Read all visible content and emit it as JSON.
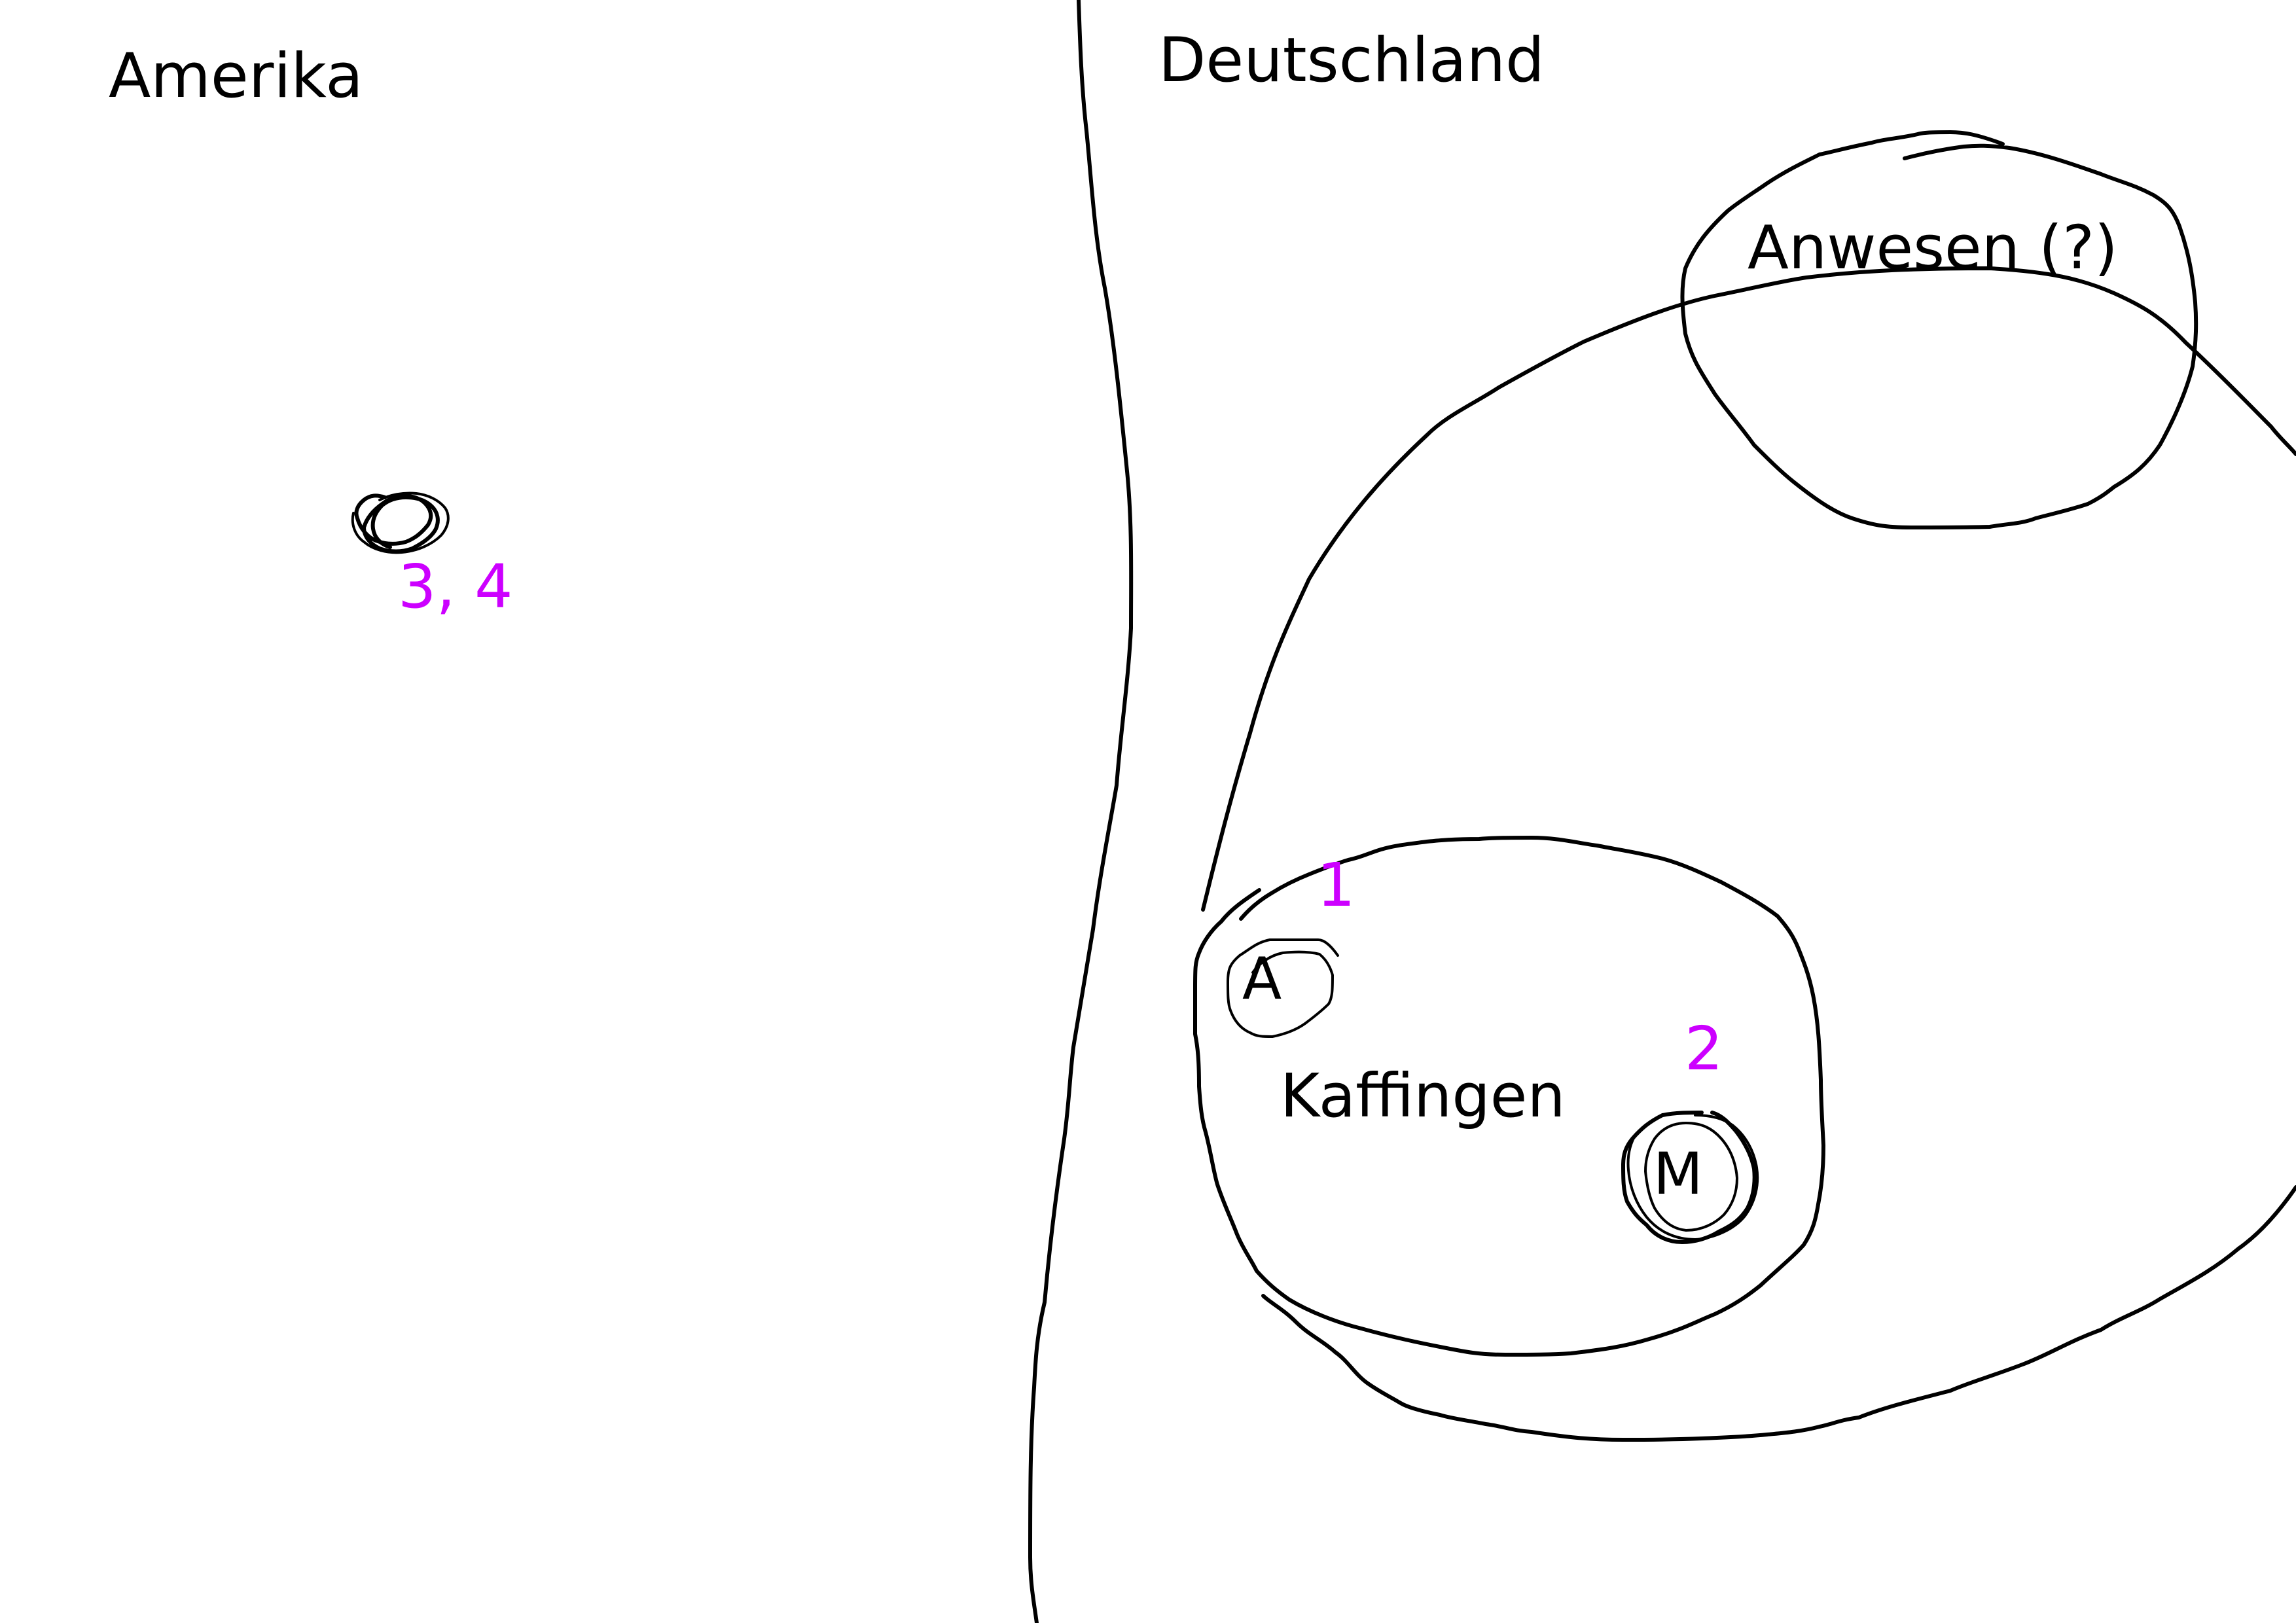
{
  "labels": {
    "left_region": "Amerika",
    "right_region": "Deutschland",
    "estate": "Anwesen (?)",
    "town": "Kaffingen",
    "marker_a": "A",
    "marker_m": "M"
  },
  "annotations": {
    "number_1": "1",
    "number_2": "2",
    "number_3_4": "3, 4"
  },
  "colors": {
    "ink": "#000000",
    "annotation": "#cc00ff",
    "background": "#ffffff"
  }
}
